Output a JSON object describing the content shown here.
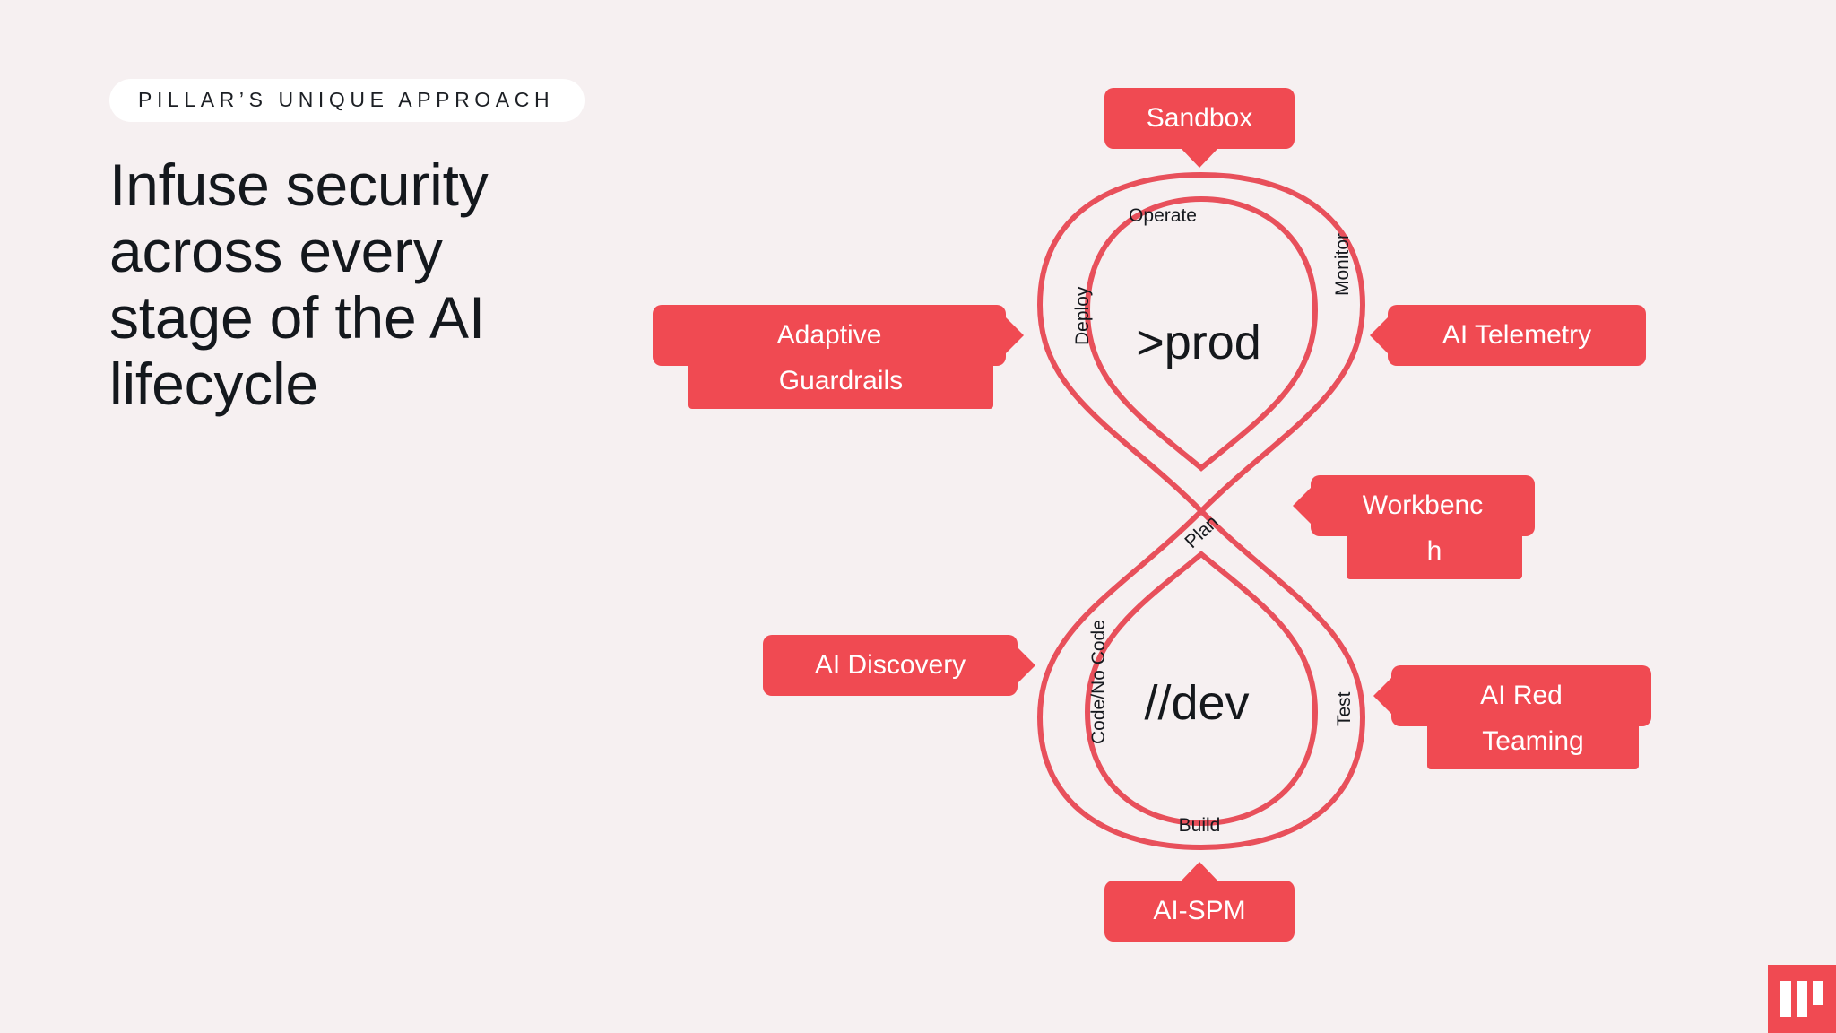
{
  "background_color": "#F6F0F1",
  "accent_color": "#F04A52",
  "loop_stroke_color": "#E8505B",
  "text_color": "#14181D",
  "left": {
    "eyebrow": "PILLAR’S UNIQUE APPROACH",
    "headline": "Infuse security across every stage of the AI lifecycle"
  },
  "diagram": {
    "center_labels": {
      "top": ">prod",
      "bottom": "//dev"
    },
    "stages": [
      {
        "key": "operate",
        "label": "Operate"
      },
      {
        "key": "deploy",
        "label": "Deploy"
      },
      {
        "key": "monitor",
        "label": "Monitor"
      },
      {
        "key": "plan",
        "label": "Plan"
      },
      {
        "key": "code-no-code",
        "label": "Code/No Code"
      },
      {
        "key": "test",
        "label": "Test"
      },
      {
        "key": "build",
        "label": "Build"
      }
    ],
    "callouts": [
      {
        "key": "sandbox",
        "label": "Sandbox",
        "line1": "Sandbox",
        "line2": "",
        "tail": "down"
      },
      {
        "key": "guardrails",
        "label": "Adaptive Guardrails",
        "line1": "Adaptive",
        "line2": "Guardrails",
        "tail": "right"
      },
      {
        "key": "telemetry",
        "label": "AI Telemetry",
        "line1": "AI Telemetry",
        "line2": "",
        "tail": "left"
      },
      {
        "key": "workbench",
        "label": "Workbench",
        "line1": "Workbenc",
        "line2": "h",
        "tail": "left"
      },
      {
        "key": "discovery",
        "label": "AI Discovery",
        "line1": "AI Discovery",
        "line2": "",
        "tail": "right"
      },
      {
        "key": "red-teaming",
        "label": "AI Red Teaming",
        "line1": "AI Red",
        "line2": "Teaming",
        "tail": "left"
      },
      {
        "key": "ai-spm",
        "label": "AI-SPM",
        "line1": "AI-SPM",
        "line2": "",
        "tail": "up"
      }
    ]
  },
  "logo": {
    "name": "pillar-logo"
  }
}
